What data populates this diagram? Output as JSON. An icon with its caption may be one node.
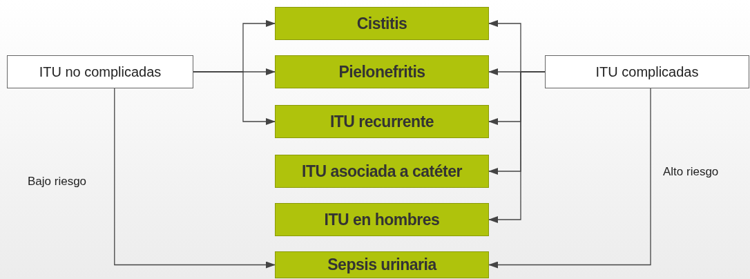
{
  "diagram": {
    "nodes": [
      {
        "text": [
          "ITU no complicadas"
        ]
      },
      {
        "text": [
          "Cistitis"
        ]
      },
      {
        "text": [
          "Pielonefritis"
        ]
      },
      {
        "text": [
          "ITU recurrente"
        ]
      },
      {
        "text": [
          "ITU asociada a catéter"
        ]
      },
      {
        "text": [
          "ITU en hombres"
        ]
      },
      {
        "text": [
          "Sepsis urinaria"
        ]
      },
      {
        "text": [
          "ITU complicadas"
        ]
      }
    ],
    "edges": [
      {
        "from": 0,
        "to": 1,
        "arrow": "to"
      },
      {
        "from": 0,
        "to": 2,
        "arrow": "to"
      },
      {
        "from": 0,
        "to": 3,
        "arrow": "to"
      },
      {
        "from": 7,
        "to": 1,
        "arrow": "to"
      },
      {
        "from": 7,
        "to": 2,
        "arrow": "to"
      },
      {
        "from": 7,
        "to": 3,
        "arrow": "to"
      },
      {
        "from": 7,
        "to": 4,
        "arrow": "to"
      },
      {
        "from": 7,
        "to": 5,
        "arrow": "to"
      },
      {
        "from": 0,
        "to": 6,
        "arrow": "to",
        "label": "Bajo riesgo"
      },
      {
        "from": 7,
        "to": 6,
        "arrow": "to",
        "label": "Alto riesgo"
      }
    ]
  }
}
